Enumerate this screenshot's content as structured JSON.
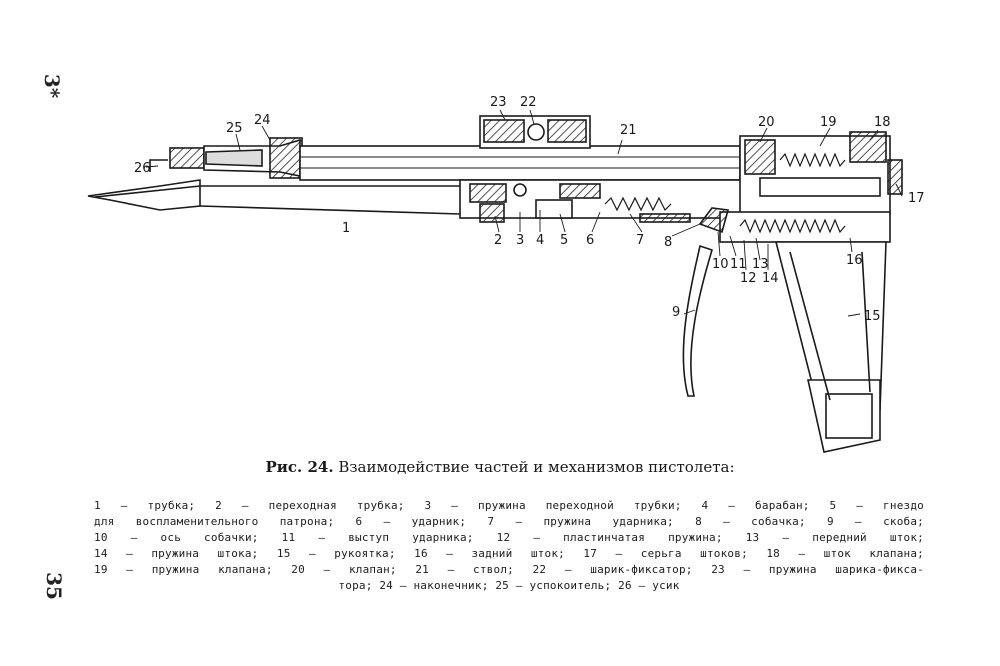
{
  "page": {
    "margin_mark_top": "3*",
    "margin_mark_bottom": "35"
  },
  "figure": {
    "caption_label": "Рис. 24.",
    "caption_text": "Взаимодействие частей и механизмов пистолета:",
    "callouts": {
      "n1": "1",
      "n2": "2",
      "n3": "3",
      "n4": "4",
      "n5": "5",
      "n6": "6",
      "n7": "7",
      "n8": "8",
      "n9": "9",
      "n10": "10",
      "n11": "11",
      "n12": "12",
      "n13": "13",
      "n14": "14",
      "n15": "15",
      "n16": "16",
      "n17": "17",
      "n18": "18",
      "n19": "19",
      "n20": "20",
      "n21": "21",
      "n22": "22",
      "n23": "23",
      "n24": "24",
      "n25": "25",
      "n26": "26"
    },
    "legend_lines": [
      "1 — трубка; 2 — переходная трубка; 3 — пружина переходной трубки; 4 — барабан; 5 — гнездо",
      "для воспламенительного патрона; 6 — ударник; 7 — пружина ударника; 8 — собачка; 9 — скоба;",
      "10 — ось собачки; 11 — выступ ударника; 12 — пластинчатая пружина; 13 — передний шток;",
      "14 — пружина штока; 15 — рукоятка; 16 — задний шток; 17 — серьга штоков; 18 — шток клапана;",
      "19 — пружина клапана; 20 — клапан; 21 — ствол; 22 — шарик-фиксатор; 23 — пружина шарика-фикса-",
      "тора; 24 — наконечник; 25 — успокоитель; 26 — усик"
    ]
  }
}
